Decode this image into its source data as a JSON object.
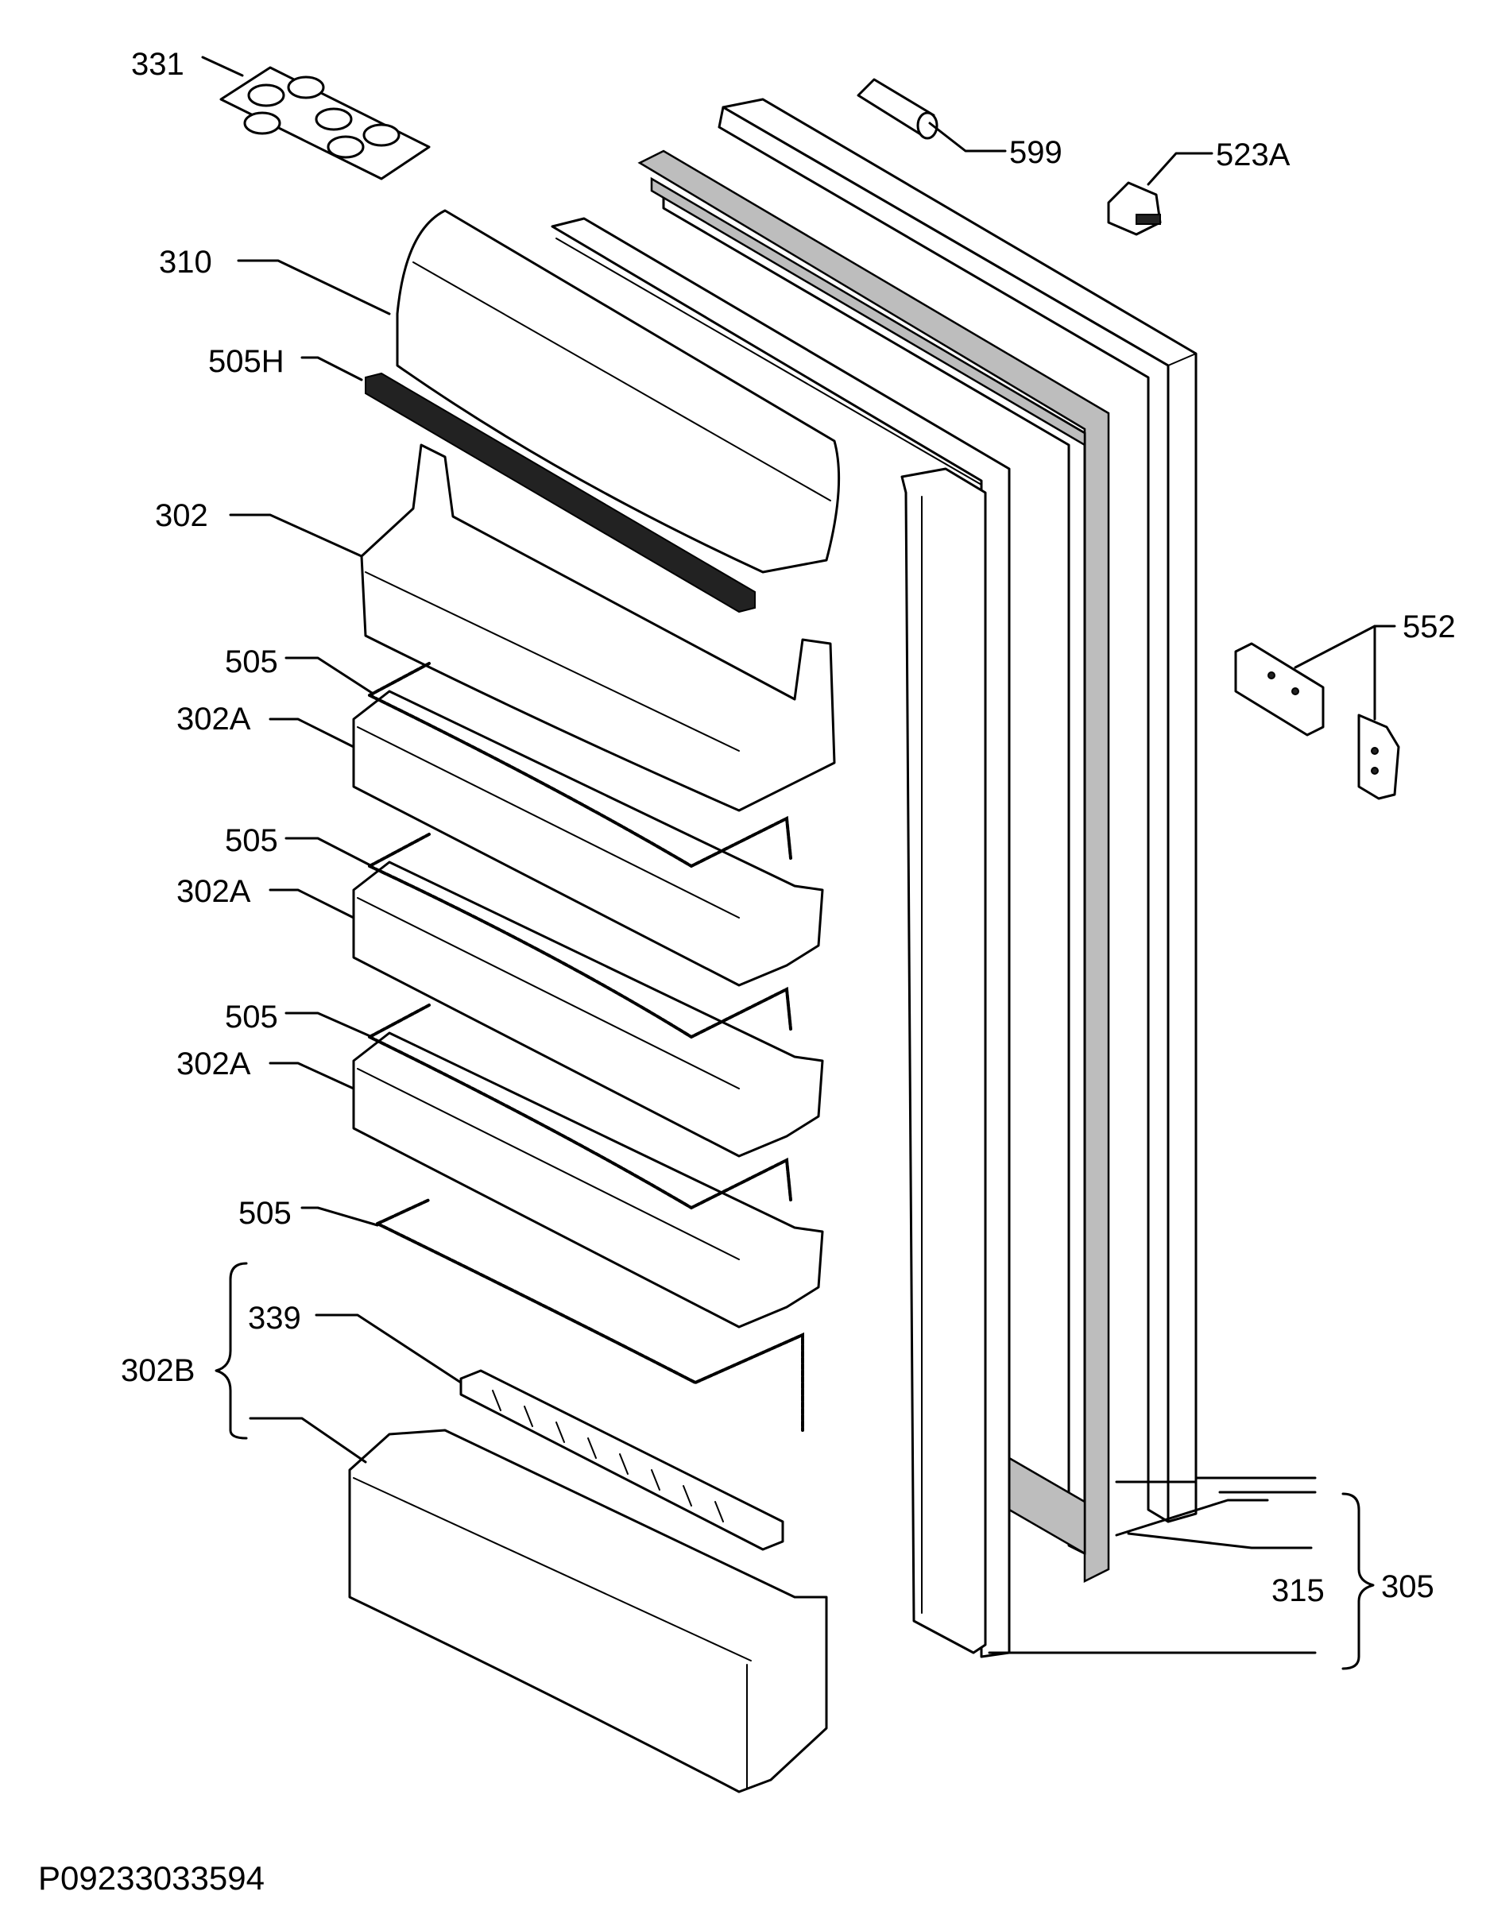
{
  "diagram_id": "P09233033594",
  "labels": {
    "egg_tray": "331",
    "roller": "599",
    "hinge_cap": "523A",
    "shelf_cover": "310",
    "seal_strip_h": "505H",
    "upper_shelf": "302",
    "seal_strip_1": "505",
    "tray_1": "302A",
    "seal_strip_2": "505",
    "tray_2": "302A",
    "seal_strip_3": "505",
    "tray_3": "302A",
    "seal_strip_4": "505",
    "bottle_holder": "339",
    "bottle_shelf": "302B",
    "hinge_brackets": "552",
    "door_gasket": "315",
    "door_assembly": "305"
  },
  "colors": {
    "line": "#000000",
    "gasket": "#bdbdbd",
    "background": "#ffffff"
  }
}
